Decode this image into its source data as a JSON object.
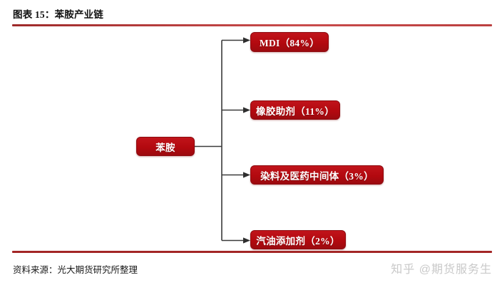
{
  "header": {
    "figure_title": "图表 15：苯胺产业链",
    "rule_color": "#a32626"
  },
  "diagram": {
    "type": "tree",
    "orientation": "left-to-right",
    "node_fill_color": "#b3090f",
    "node_text_color": "#ffffff",
    "connector_color": "#3a3a3a",
    "root": {
      "label": "苯胺"
    },
    "branches": [
      {
        "label": "MDI（84%）",
        "share_pct": 84
      },
      {
        "label": "橡胶助剂（11%）",
        "share_pct": 11
      },
      {
        "label": "染料及医药中间体（3%）",
        "share_pct": 3
      },
      {
        "label": "汽油添加剂（2%）",
        "share_pct": 2
      }
    ]
  },
  "footer": {
    "source": "资料来源：光大期货研究所整理",
    "watermark": "知乎 @期货服务生"
  }
}
